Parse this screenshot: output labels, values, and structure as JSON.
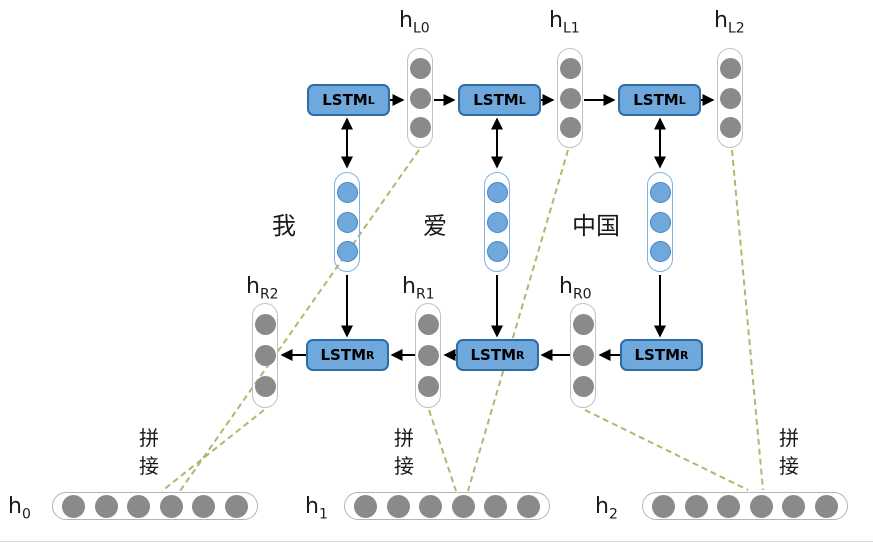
{
  "colors": {
    "lstm_box_fill": "#6fa8dc",
    "lstm_box_border": "#2e6da4",
    "gray_circle": "#8a8a8a",
    "blue_circle": "#6fa8dc",
    "arrow": "#000000",
    "dashed_connector": "#b5b56e"
  },
  "top_row": {
    "hidden_vectors": [
      {
        "label_base": "h",
        "label_sub": "L0"
      },
      {
        "label_base": "h",
        "label_sub": "L1"
      },
      {
        "label_base": "h",
        "label_sub": "L2"
      }
    ],
    "lstm_boxes": [
      {
        "label_base": "LSTM",
        "label_sub": "L"
      },
      {
        "label_base": "LSTM",
        "label_sub": "L"
      },
      {
        "label_base": "LSTM",
        "label_sub": "L"
      }
    ]
  },
  "inputs": [
    {
      "word": "我"
    },
    {
      "word": "爱"
    },
    {
      "word": "中国"
    }
  ],
  "middle_row": {
    "hidden_vectors": [
      {
        "label_base": "h",
        "label_sub": "R2"
      },
      {
        "label_base": "h",
        "label_sub": "R1"
      },
      {
        "label_base": "h",
        "label_sub": "R0"
      }
    ],
    "lstm_boxes": [
      {
        "label_base": "LSTM",
        "label_sub": "R"
      },
      {
        "label_base": "LSTM",
        "label_sub": "R"
      },
      {
        "label_base": "LSTM",
        "label_sub": "R"
      }
    ]
  },
  "bottom_row": {
    "concat_labels": [
      {
        "chars": [
          "拼",
          "接"
        ]
      },
      {
        "chars": [
          "拼",
          "接"
        ]
      },
      {
        "chars": [
          "拼",
          "接"
        ]
      }
    ],
    "output_vectors": [
      {
        "label_base": "h",
        "label_sub": "0"
      },
      {
        "label_base": "h",
        "label_sub": "1"
      },
      {
        "label_base": "h",
        "label_sub": "2"
      }
    ]
  }
}
